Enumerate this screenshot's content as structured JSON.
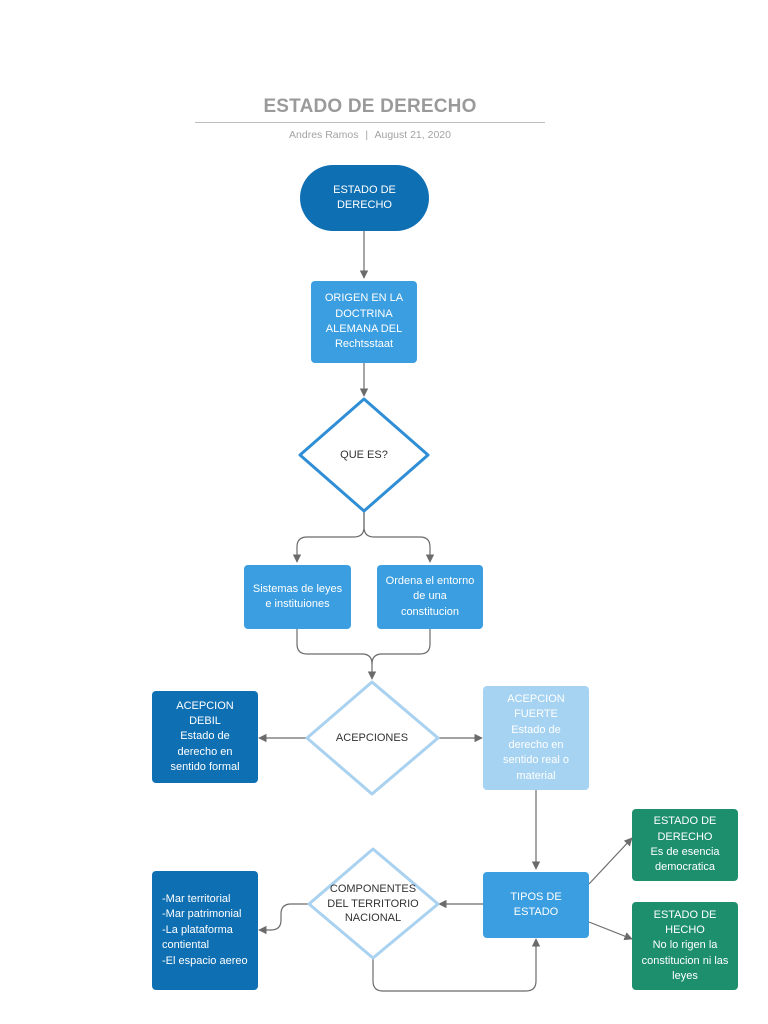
{
  "header": {
    "title": "ESTADO DE DERECHO",
    "author": "Andres Ramos",
    "separator": "|",
    "date": "August 21, 2020"
  },
  "colors": {
    "dark_blue": "#0f6fb3",
    "mid_blue": "#3b9ee0",
    "light_blue": "#a6d3f2",
    "green": "#1d8f6c",
    "diamond_stroke": "#2f8ed6",
    "light_diamond_stroke": "#a9d1f0",
    "edge": "#6b6b6b"
  },
  "nodes": {
    "estado_derecho": "ESTADO DE\nDERECHO",
    "origen": "ORIGEN EN LA\nDOCTRINA\nALEMANA DEL\nRechtsstaat",
    "que_es": "QUE ES?",
    "sistemas": "Sistemas de leyes\ne instituiones",
    "ordena": "Ordena el entorno\nde una\nconstitucion",
    "acepciones": "ACEPCIONES",
    "acepcion_debil": "ACEPCION\nDEBIL\nEstado de\nderecho en\nsentido formal",
    "acepcion_fuerte": "ACEPCION\nFUERTE\nEstado de\nderecho en\nsentido real o\nmaterial",
    "tipos_estado": "TIPOS DE\nESTADO",
    "estado_derecho_democratica": "ESTADO DE\nDERECHO\nEs de esencia\ndemocratica",
    "estado_hecho": "ESTADO DE\nHECHO\nNo lo rigen la\nconstitucion ni las\nleyes",
    "componentes": "COMPONENTES\nDEL TERRITORIO\nNACIONAL",
    "territorio_list": "-Mar territorial\n-Mar patrimonial\n-La plataforma\ncontiental\n-El espacio aereo"
  }
}
